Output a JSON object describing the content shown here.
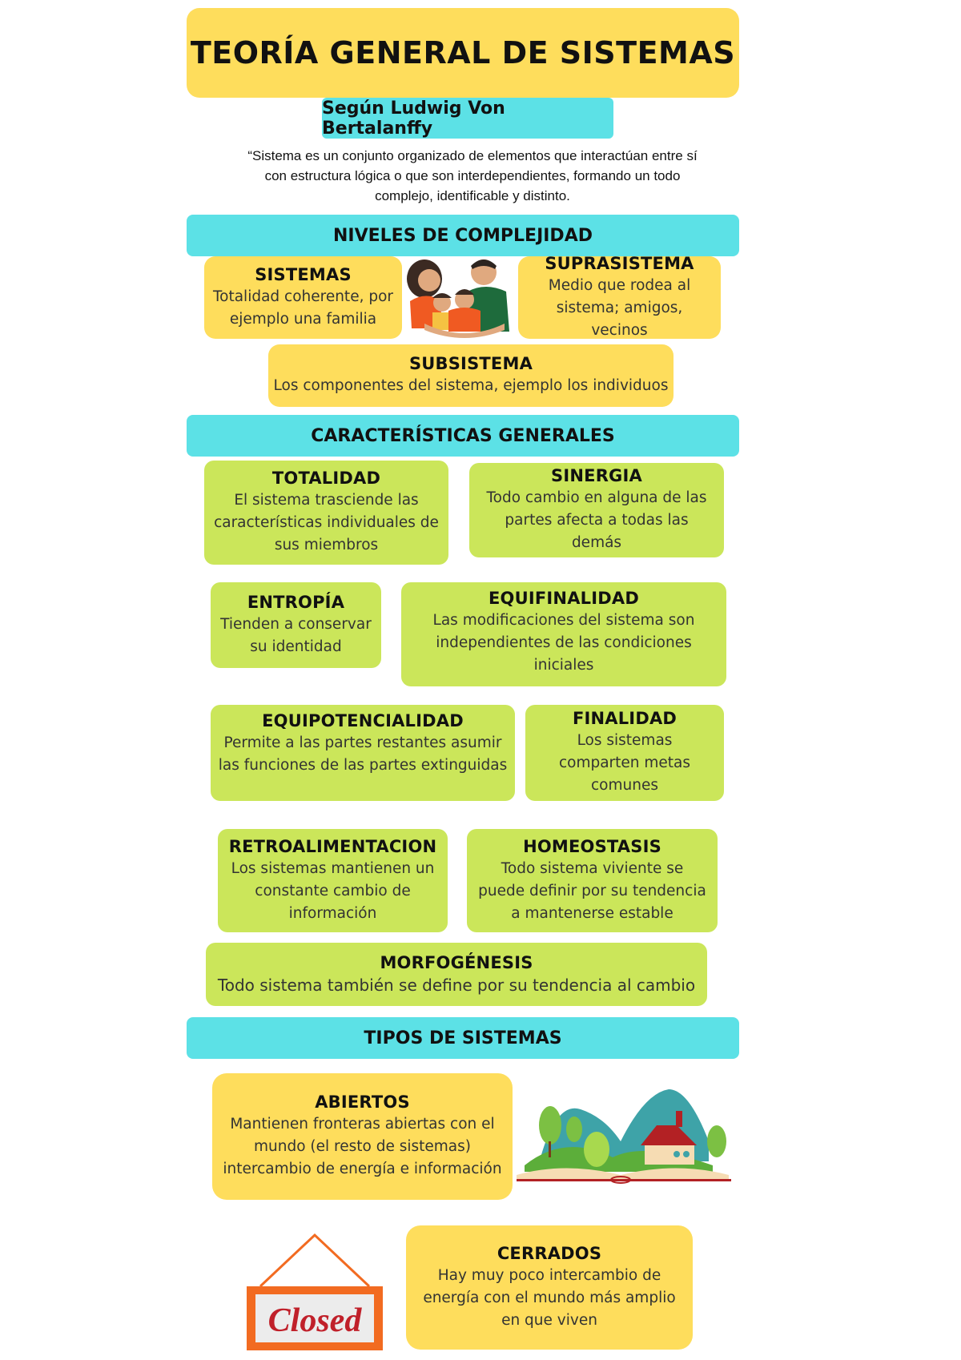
{
  "header": {
    "title": "TEORÍA GENERAL DE SISTEMAS",
    "subtitle": "Según Ludwig Von Bertalanffy",
    "quote_lines": [
      "“Sistema es un conjunto organizado de elementos que interactúan entre sí",
      "con estructura lógica o que son interdependientes, formando un todo",
      "complejo, identificable y distinto."
    ]
  },
  "sections": {
    "niveles": {
      "heading": "NIVELES DE COMPLEJIDAD",
      "items": [
        {
          "title": "SISTEMAS",
          "text": "Totalidad coherente, por ejemplo una familia"
        },
        {
          "title": "SUPRASISTEMA",
          "text": "Medio que rodea al sistema; amigos, vecinos"
        },
        {
          "title": "SUBSISTEMA",
          "text": "Los componentes del sistema, ejemplo los individuos"
        }
      ],
      "illustration": "family-illustration"
    },
    "caracteristicas": {
      "heading": "CARACTERÍSTICAS GENERALES",
      "items": [
        {
          "title": "TOTALIDAD",
          "text": "El sistema trasciende las características individuales de sus miembros"
        },
        {
          "title": "SINERGIA",
          "text": "Todo cambio en alguna de las partes afecta a todas las demás"
        },
        {
          "title": "ENTROPÍA",
          "text": "Tienden a conservar su identidad"
        },
        {
          "title": "EQUIFINALIDAD",
          "text": "Las modificaciones del sistema son independientes de las condiciones iniciales"
        },
        {
          "title": "EQUIPOTENCIALIDAD",
          "text": "Permite a las partes restantes asumir las funciones de las partes extinguidas"
        },
        {
          "title": "FINALIDAD",
          "text": "Los sistemas comparten metas comunes"
        },
        {
          "title": "RETROALIMENTACION",
          "text": "Los sistemas mantienen un constante cambio de información"
        },
        {
          "title": "HOMEOSTASIS",
          "text": "Todo sistema viviente se puede definir por su tendencia a mantenerse estable"
        },
        {
          "title": "MORFOGÉNESIS",
          "text": "Todo sistema también se define por su tendencia al cambio"
        }
      ]
    },
    "tipos": {
      "heading": "TIPOS DE SISTEMAS",
      "items": [
        {
          "title": "ABIERTOS",
          "text": "Mantienen fronteras abiertas con el mundo (el resto de sistemas) intercambio de energía e información"
        },
        {
          "title": "CERRADOS",
          "text": "Hay muy poco intercambio de energía con el mundo más amplio en que viven"
        }
      ],
      "closed_sign_text": "Closed",
      "illustrations": [
        "open-book-landscape-illustration",
        "closed-sign-illustration"
      ]
    }
  },
  "colors": {
    "yellow": "#fedd5c",
    "cyan": "#5ce1e6",
    "green": "#cbe65a",
    "sign_orange": "#f26b21",
    "sign_red": "#c0202a"
  }
}
